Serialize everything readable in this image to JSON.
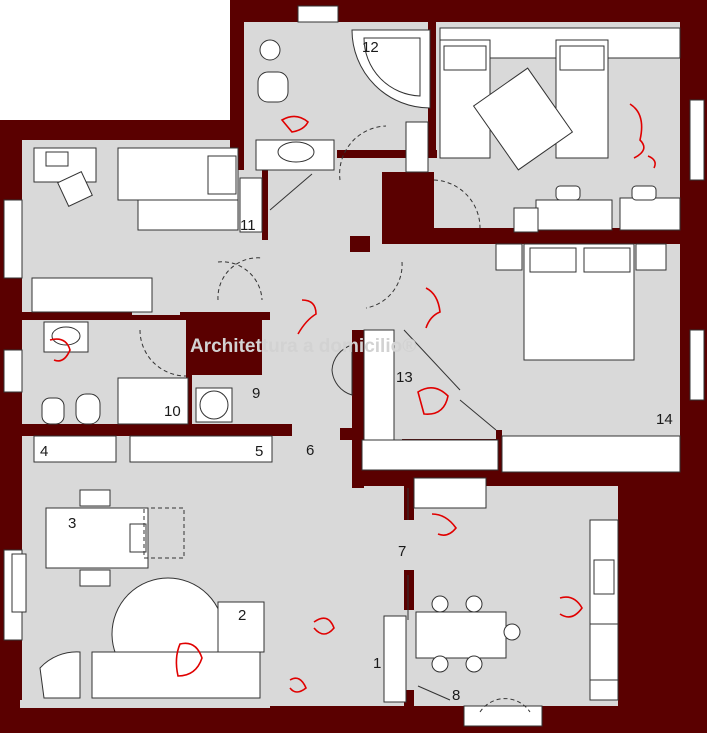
{
  "watermark": "Architettura a domicilio®",
  "colors": {
    "wall": "#5a0000",
    "floor": "#d9d9d9",
    "furniture_fill": "#ffffff",
    "line": "#333333",
    "people": "#e00000"
  },
  "room_numbers": {
    "n1": "1",
    "n2": "2",
    "n3": "3",
    "n4": "4",
    "n5": "5",
    "n6": "6",
    "n7": "7",
    "n8": "8",
    "n9": "9",
    "n10": "10",
    "n11": "11",
    "n12": "12",
    "n13": "13",
    "n14": "14"
  }
}
